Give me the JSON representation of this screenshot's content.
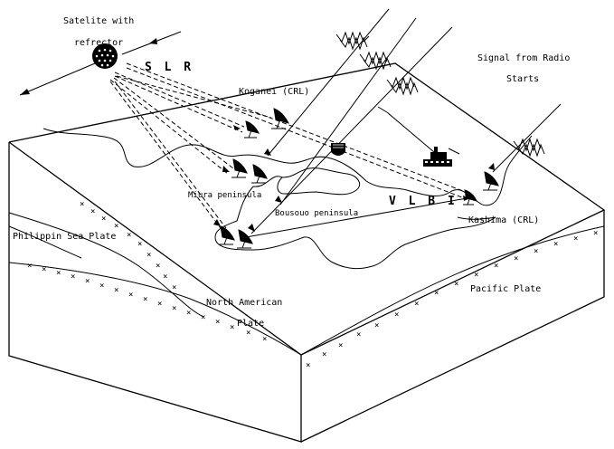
{
  "labels": {
    "satellite_line1": "Satelite with",
    "satellite_line2": "refrector",
    "slr": "S L R",
    "signal_line1": "Signal from Radio",
    "signal_line2": "Starts",
    "koganei": "Koganei (CRL)",
    "miura": "Miura peninsula",
    "bousou": "Bousouo peninsula",
    "vlbi": "V L B I",
    "kashima": "Kashima  (CRL)",
    "philippine_plate": "Philippin Sea Plate",
    "north_american_line1": "North American",
    "north_american_line2": "Plate",
    "pacific_plate": "Pacific Plate"
  },
  "icons": [
    "satellite-icon",
    "radio-wave-icon",
    "antenna-dish-icon",
    "ship-icon",
    "buoy-icon"
  ]
}
